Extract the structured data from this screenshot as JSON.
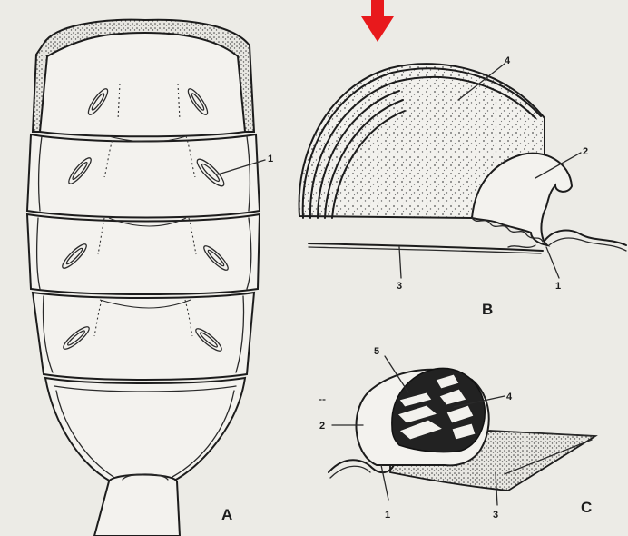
{
  "figure": {
    "panel_labels": {
      "a": "A",
      "b": "B",
      "c": "C"
    },
    "callouts": {
      "a_1": "1",
      "b_1": "1",
      "b_2": "2",
      "b_3": "3",
      "b_4": "4",
      "c_1": "1",
      "c_2": "2",
      "c_3": "3",
      "c_4": "4",
      "c_5": "5"
    }
  },
  "colors": {
    "background": "#ecebe6",
    "ink": "#1c1c1c",
    "pointer_arrow": "#e8191c"
  },
  "icons": {
    "pointer": "red-down-arrow-icon"
  }
}
